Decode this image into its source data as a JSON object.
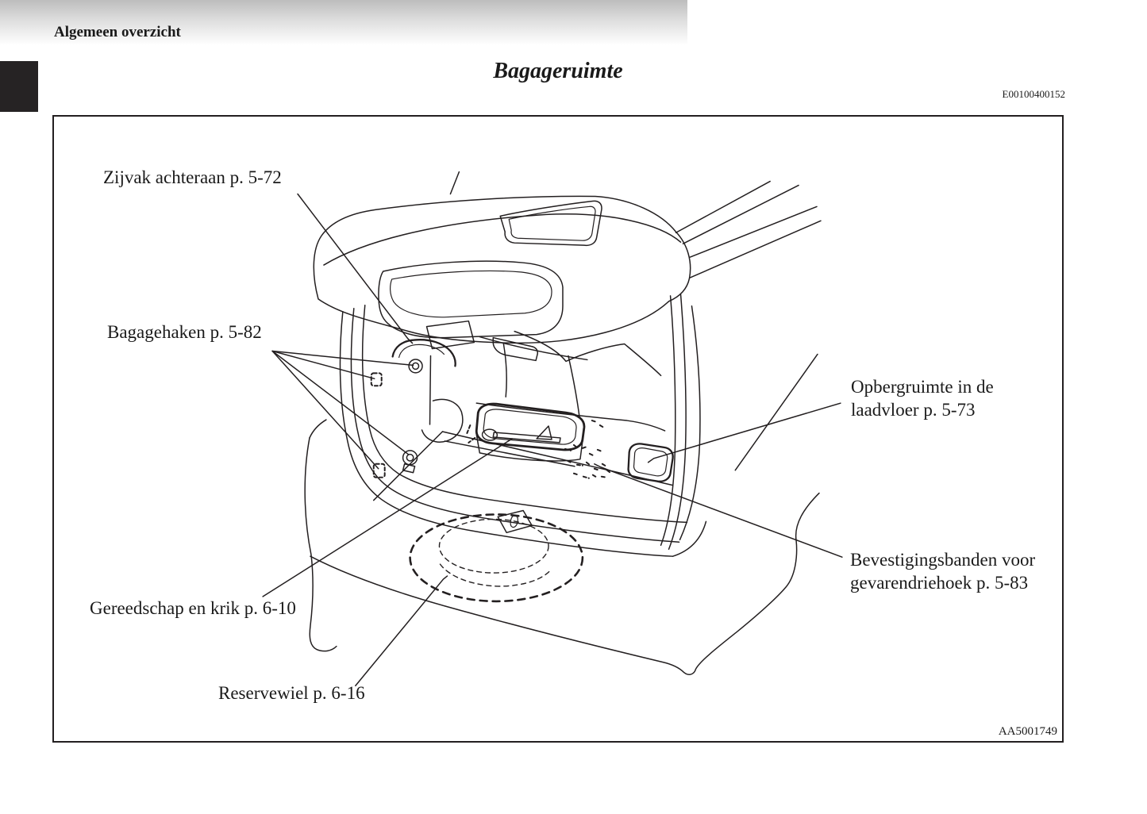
{
  "header": {
    "section_title": "Algemeen overzicht",
    "page_title": "Bagageruimte",
    "topic_code": "E00100400152"
  },
  "figure": {
    "figure_id": "AA5001749",
    "illustration": "open-tailgate-luggage-compartment-line-drawing",
    "labels": [
      {
        "id": "zijvak",
        "text": "Zijvak achteraan p. 5-72"
      },
      {
        "id": "bagagehaken",
        "text": "Bagagehaken p. 5-82"
      },
      {
        "id": "opbergruimte",
        "text": "Opbergruimte in de laadvloer p. 5-73"
      },
      {
        "id": "bevestigingsbanden",
        "text": "Bevestigingsbanden voor gevarendriehoek p. 5-83"
      },
      {
        "id": "gereedschap",
        "text": "Gereedschap en krik p. 6-10"
      },
      {
        "id": "reservewiel",
        "text": "Reservewiel p. 6-16"
      }
    ],
    "colors": {
      "line": "#231f20",
      "header_gradient_top": "#bdbdbd",
      "chapter_tab": "#262324"
    }
  }
}
